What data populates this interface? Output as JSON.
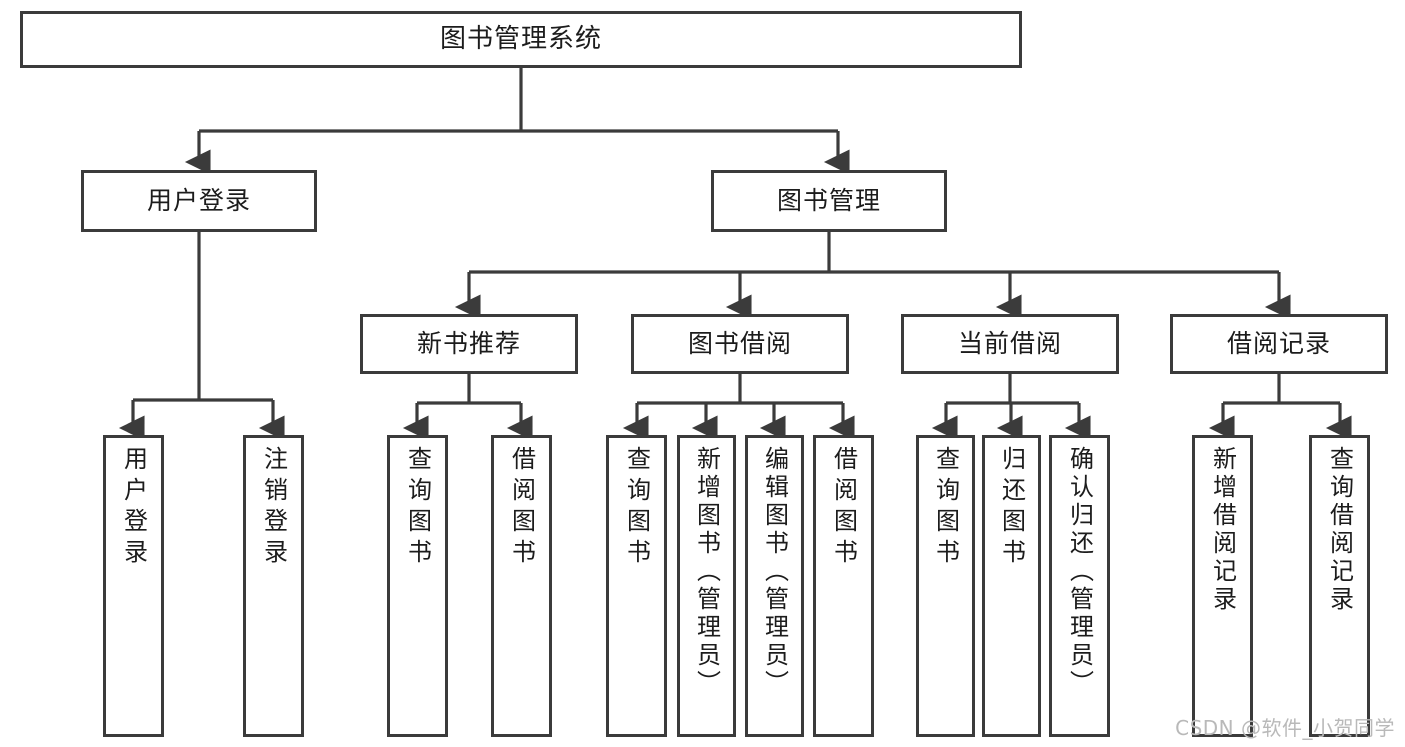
{
  "diagram": {
    "title": "图书管理系统",
    "type": "tree-hierarchy-diagram",
    "watermark": "CSDN @软件_小贺同学",
    "colors": {
      "border": "#3b3b3b",
      "text": "#1c1c1c",
      "background": "#ffffff",
      "watermark": "#b9b9b9"
    }
  },
  "nodes": {
    "root": {
      "label": "图书管理系统"
    },
    "level2": [
      {
        "id": "user-login",
        "label": "用户登录"
      },
      {
        "id": "book-management",
        "label": "图书管理"
      }
    ],
    "level3": [
      {
        "id": "new-book-recommend",
        "label": "新书推荐"
      },
      {
        "id": "book-borrow",
        "label": "图书借阅"
      },
      {
        "id": "current-borrow",
        "label": "当前借阅"
      },
      {
        "id": "borrow-record",
        "label": "借阅记录"
      }
    ],
    "leaves": [
      {
        "id": "leaf-user-login",
        "label": "用户登录",
        "parent": "user-login"
      },
      {
        "id": "leaf-logout",
        "label": "注销登录",
        "parent": "user-login"
      },
      {
        "id": "leaf-query-book-1",
        "label": "查询图书",
        "parent": "new-book-recommend"
      },
      {
        "id": "leaf-borrow-book-1",
        "label": "借阅图书",
        "parent": "new-book-recommend"
      },
      {
        "id": "leaf-query-book-2",
        "label": "查询图书",
        "parent": "book-borrow"
      },
      {
        "id": "leaf-add-book",
        "label": "新增图书（管理员）",
        "parent": "book-borrow"
      },
      {
        "id": "leaf-edit-book",
        "label": "编辑图书（管理员）",
        "parent": "book-borrow"
      },
      {
        "id": "leaf-borrow-book-2",
        "label": "借阅图书",
        "parent": "book-borrow"
      },
      {
        "id": "leaf-query-book-3",
        "label": "查询图书",
        "parent": "current-borrow"
      },
      {
        "id": "leaf-return-book",
        "label": "归还图书",
        "parent": "current-borrow"
      },
      {
        "id": "leaf-confirm-return",
        "label": "确认归还（管理员）",
        "parent": "current-borrow"
      },
      {
        "id": "leaf-add-record",
        "label": "新增借阅记录",
        "parent": "borrow-record"
      },
      {
        "id": "leaf-query-record",
        "label": "查询借阅记录",
        "parent": "borrow-record"
      }
    ]
  }
}
